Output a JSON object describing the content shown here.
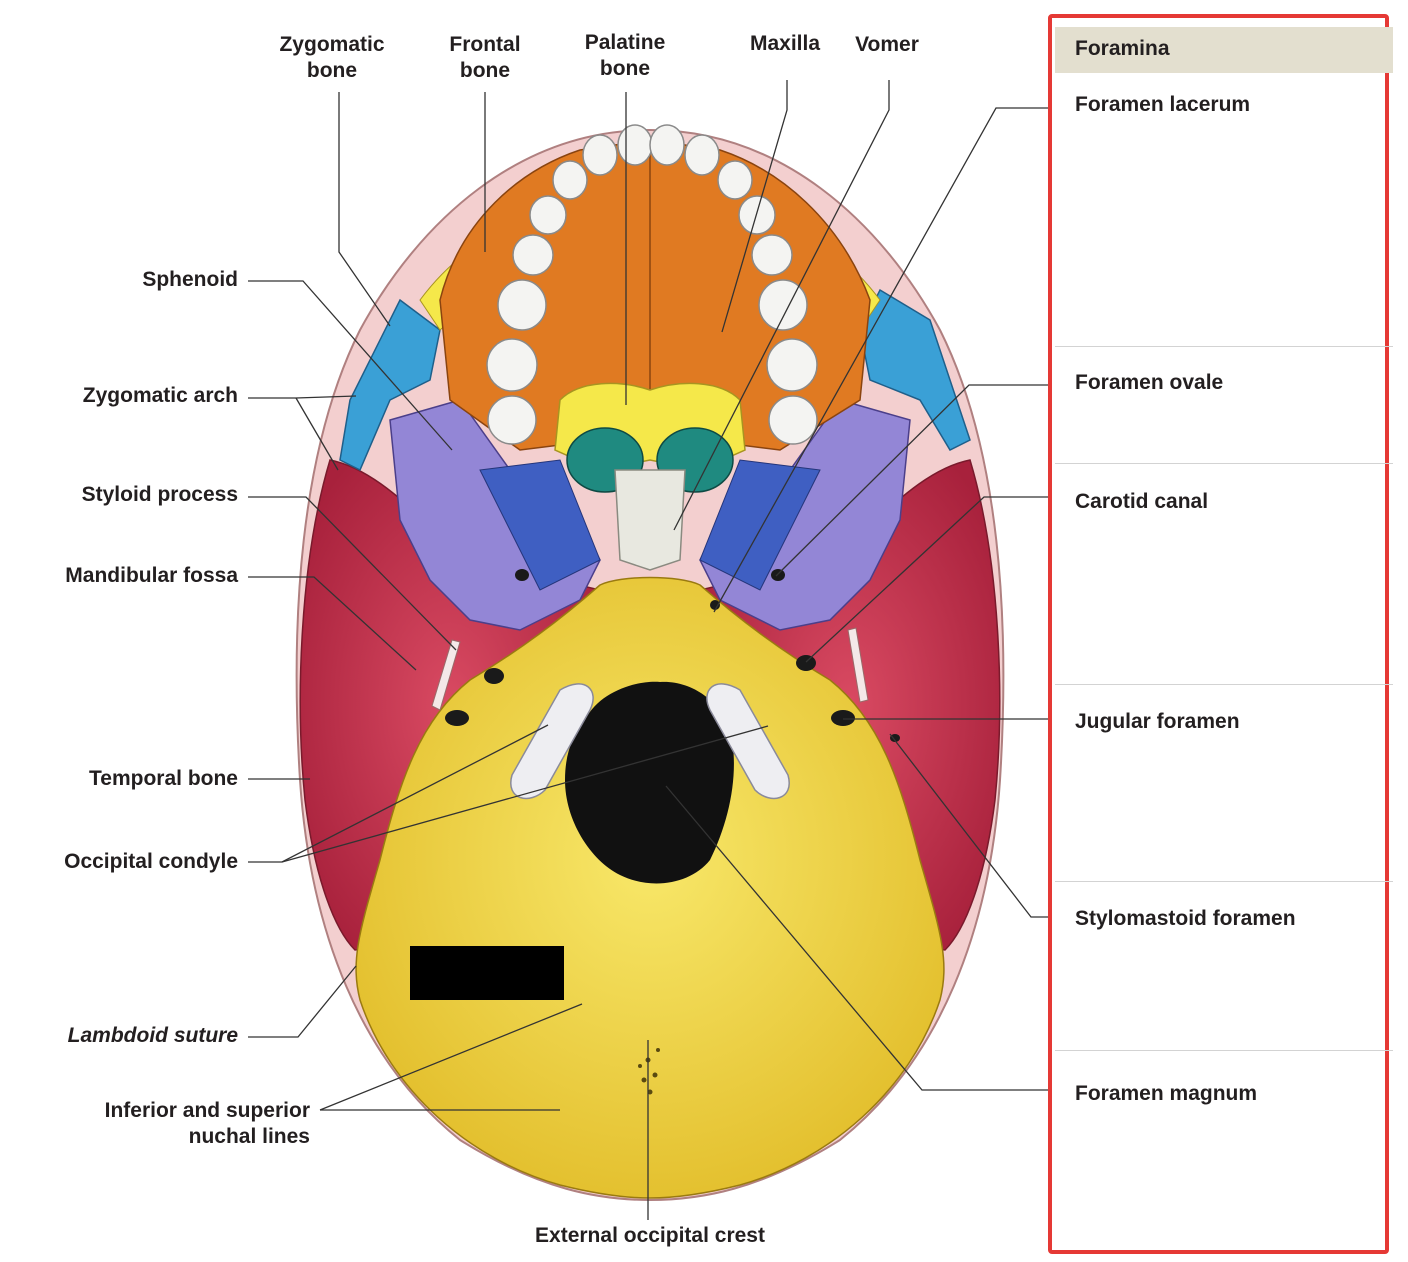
{
  "labels": {
    "top": {
      "zygomatic_bone": "Zygomatic\nbone",
      "frontal_bone": "Frontal\nbone",
      "palatine_bone": "Palatine\nbone",
      "maxilla": "Maxilla",
      "vomer": "Vomer"
    },
    "left": {
      "sphenoid": "Sphenoid",
      "zygomatic_arch": "Zygomatic arch",
      "styloid_process": "Styloid process",
      "mandibular_fossa": "Mandibular fossa",
      "temporal_bone": "Temporal bone",
      "occipital_condyle": "Occipital condyle",
      "lambdoid_suture": "Lambdoid suture",
      "nuchal_lines": "Inferior and superior\nnuchal lines"
    },
    "bottom": {
      "external_occipital_crest": "External occipital crest"
    }
  },
  "foramina_panel": {
    "title": "Foramina",
    "items": [
      "Foramen lacerum",
      "Foramen ovale",
      "Carotid canal",
      "Jugular foramen",
      "Stylomastoid foramen",
      "Foramen magnum"
    ]
  },
  "colors": {
    "occipital": "#f2d83a",
    "temporal": "#c8344e",
    "sphenoid": "#8f7fd0",
    "maxilla": "#e07a22",
    "palatine": "#f5e84a",
    "zygomatic": "#3aa0d6",
    "vomer": "#e8e8e0",
    "frame": "#e53935"
  }
}
